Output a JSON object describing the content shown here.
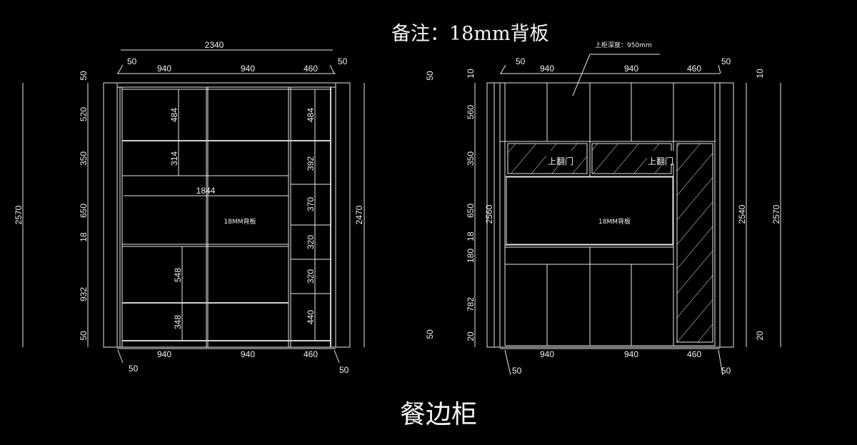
{
  "note": "备注：18mm背板",
  "title": "餐边柜",
  "left": {
    "overall_width": "2340",
    "top_dims": [
      "50",
      "940",
      "940",
      "460",
      "50"
    ],
    "bottom_dims": [
      "50",
      "940",
      "940",
      "460",
      "50"
    ],
    "left_dims": [
      "50",
      "520",
      "350",
      "650",
      "18",
      "932",
      "50"
    ],
    "total_height": "2570",
    "right_height": "2470",
    "right_side_dims": [
      "50",
      "50"
    ],
    "inner_dims": [
      "484",
      "314",
      "1844",
      "548",
      "348"
    ],
    "right_column_dims": [
      "484",
      "392",
      "370",
      "320",
      "320",
      "440"
    ],
    "back_panel": "18MM背板"
  },
  "right": {
    "depth_note": "上柜深度：950mm",
    "top_dims": [
      "50",
      "940",
      "940",
      "460",
      "50"
    ],
    "bottom_dims": [
      "50",
      "940",
      "940",
      "460",
      "50"
    ],
    "left_dims": [
      "10",
      "560",
      "350",
      "650",
      "18",
      "180",
      "782",
      "20"
    ],
    "inner_height": "2560",
    "right_dims": [
      "10",
      "20"
    ],
    "height_2540": "2540",
    "total_height": "2570",
    "flip_door": "上翻门",
    "back_panel": "18MM背板"
  }
}
